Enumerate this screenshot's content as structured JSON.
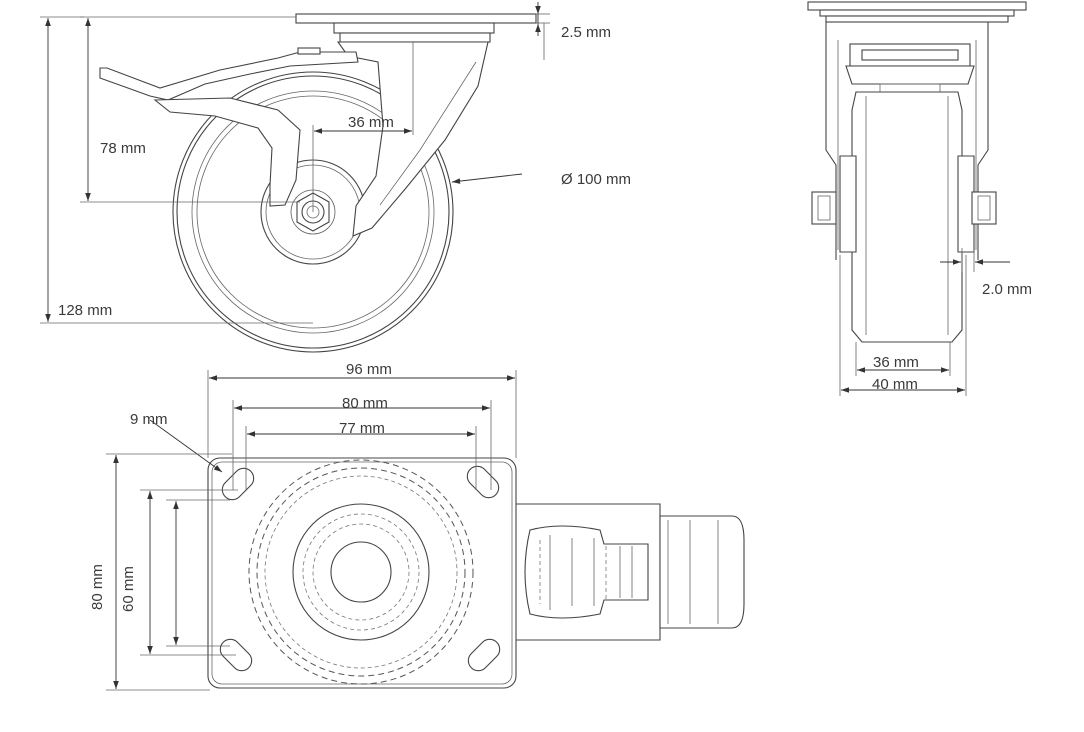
{
  "dimensions": {
    "plate_thickness": "2.5 mm",
    "offset": "36 mm",
    "axle_height": "78 mm",
    "wheel_diameter": "Ø 100  mm",
    "total_height": "128 mm",
    "side_gap": "2.0 mm",
    "tread_width": "36 mm",
    "wheel_width": "40 mm",
    "plate_length": "96 mm",
    "hole_spacing_outer_x": "80 mm",
    "hole_spacing_inner_x": "77 mm",
    "hole_size": "9 mm",
    "plate_width": "80 mm",
    "hole_spacing_y": "60 mm"
  }
}
